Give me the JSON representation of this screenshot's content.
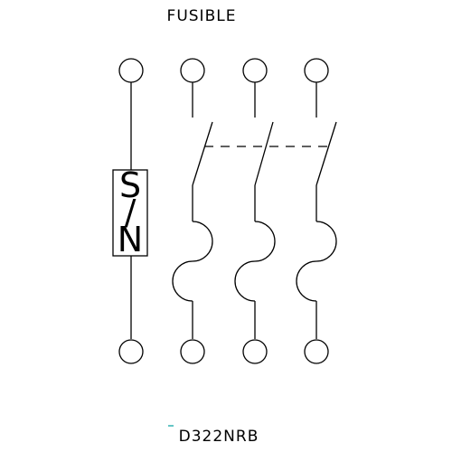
{
  "diagram": {
    "title": "FUSIBLE",
    "part_number": "D322NRB",
    "neutral_box_label_top": "S",
    "neutral_box_label_mid": "/",
    "neutral_box_label_bottom": "N",
    "poles": [
      "neutral",
      "pole-1",
      "pole-2",
      "pole-3"
    ]
  },
  "colors": {
    "stroke": "#000000",
    "background": "#ffffff",
    "accent_mark": "#00a0a0"
  }
}
